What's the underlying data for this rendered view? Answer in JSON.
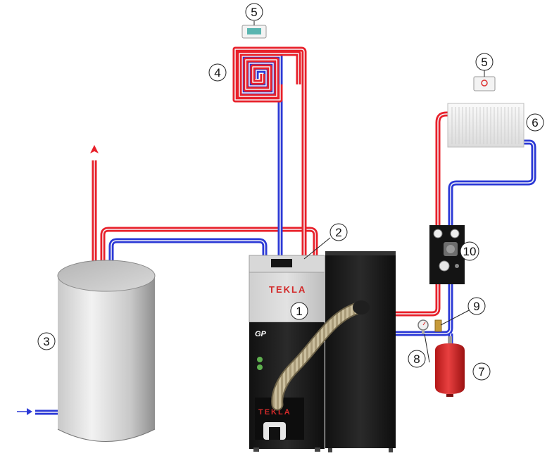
{
  "colors": {
    "supply": "#e8202a",
    "return": "#2b39d6",
    "pipe_highlight": "#f4f4f8",
    "boiler_upper": "#d4d4d4",
    "boiler_lower": "#1a1a1a",
    "tank": "#bcbcbc",
    "expansion_vessel": "#d42525"
  },
  "brand_text": "TEKLA",
  "boiler_model": "GP",
  "callouts": [
    {
      "id": "boiler",
      "number": "1"
    },
    {
      "id": "boiler-outlet",
      "number": "2"
    },
    {
      "id": "storage-tank",
      "number": "3"
    },
    {
      "id": "floor-heating-loop",
      "number": "4"
    },
    {
      "id": "thermostat-top",
      "number": "5"
    },
    {
      "id": "thermostat-radiator",
      "number": "5"
    },
    {
      "id": "radiator",
      "number": "6"
    },
    {
      "id": "expansion-vessel",
      "number": "7"
    },
    {
      "id": "pressure-gauge",
      "number": "8"
    },
    {
      "id": "safety-valve",
      "number": "9"
    },
    {
      "id": "pump-group",
      "number": "10"
    }
  ],
  "icons": {
    "flow_out": "arrow-up-icon",
    "flow_in": "arrow-right-icon"
  }
}
